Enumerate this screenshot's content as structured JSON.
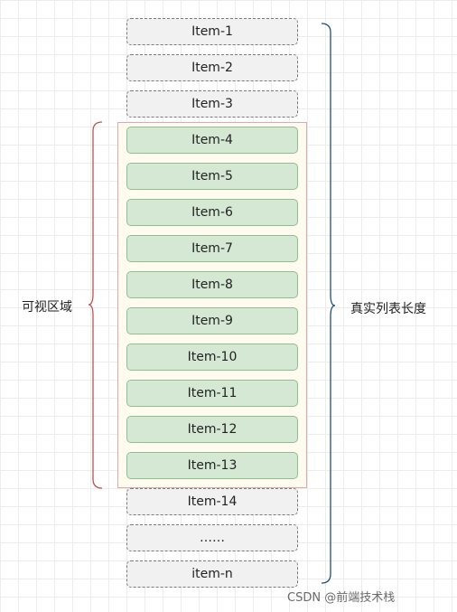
{
  "list": {
    "hidden_top": [
      "Item-1",
      "Item-2",
      "Item-3"
    ],
    "visible": [
      "Item-4",
      "Item-5",
      "Item-6",
      "Item-7",
      "Item-8",
      "Item-9",
      "Item-10",
      "Item-11",
      "Item-12",
      "Item-13"
    ],
    "hidden_bottom": [
      "Item-14",
      "……",
      "item-n"
    ]
  },
  "labels": {
    "viewport": "可视区域",
    "total_length": "真实列表长度"
  },
  "watermark": "CSDN @前端技术栈",
  "colors": {
    "visible_item_fill": "#d5e8d4",
    "visible_item_border": "#92bd8c",
    "hidden_item_fill": "#f1f1f1",
    "viewport_fill": "#fffcef",
    "viewport_border": "#e0a9a9",
    "left_brace": "#b85450",
    "right_brace": "#1f4e79"
  }
}
